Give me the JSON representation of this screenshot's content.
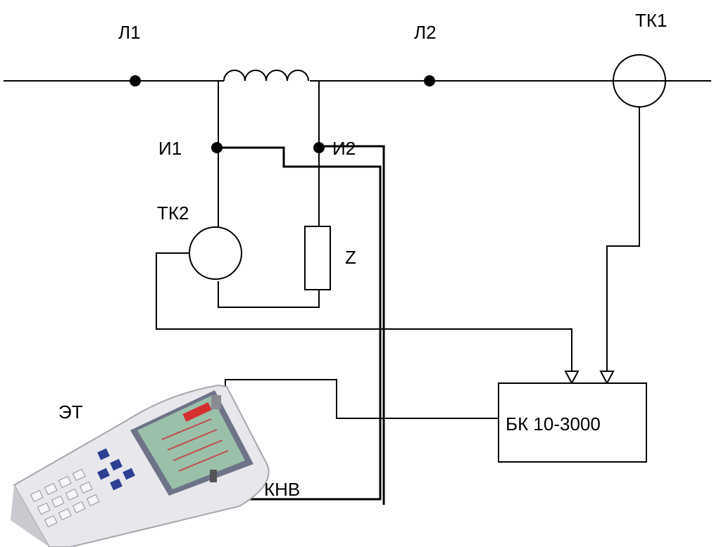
{
  "labels": {
    "line_point_1": "Л1",
    "line_point_2": "Л2",
    "clamp_1": "ТК1",
    "clamp_2": "ТК2",
    "meter_point_1": "И1",
    "meter_point_2": "И2",
    "impedance": "Z",
    "block": "БК 10-3000",
    "device": "ЭТ",
    "cable": "КНВ"
  },
  "colors": {
    "wire": "#000000",
    "background": "#ffffff",
    "device_body": "#e8e8ec",
    "device_keys_dark": "#2c3f93",
    "device_screen": "#9ac0aa"
  }
}
